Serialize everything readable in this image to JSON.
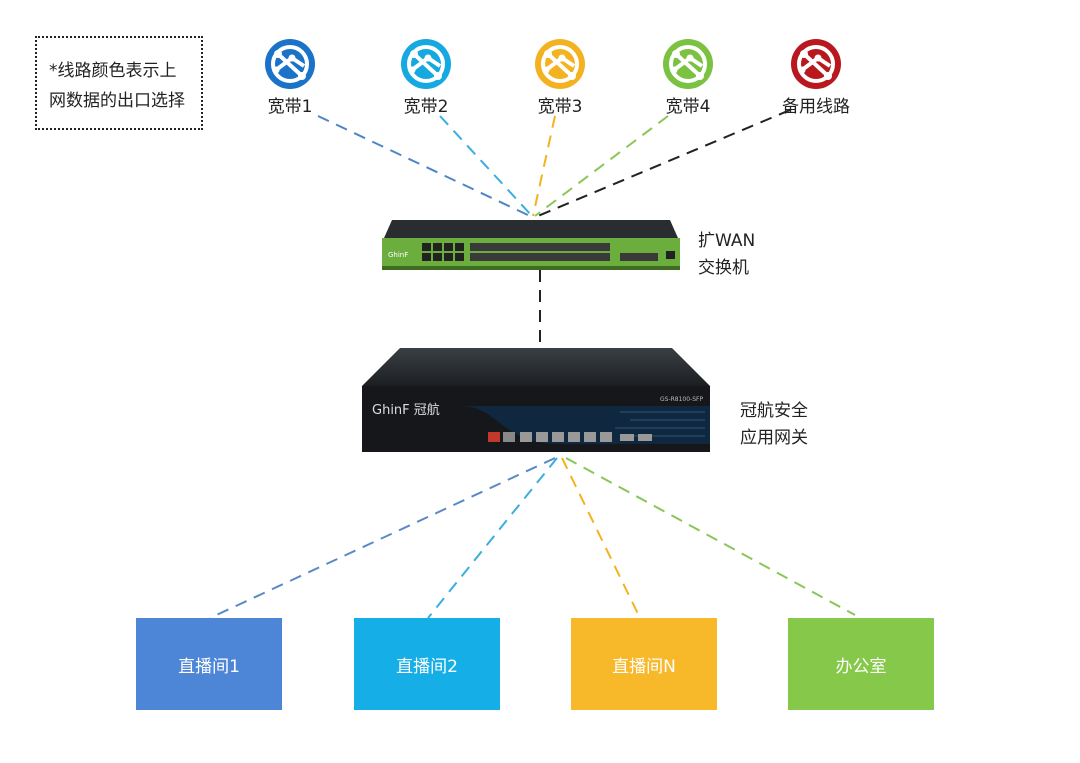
{
  "note": {
    "line1": "*线路颜色表示上",
    "line2": "网数据的出口选择"
  },
  "isps": [
    {
      "label": "宽带1",
      "color": "#1a73c8",
      "icon": "globe-network-icon"
    },
    {
      "label": "宽带2",
      "color": "#16a8e0",
      "icon": "globe-network-icon"
    },
    {
      "label": "宽带3",
      "color": "#f3b321",
      "icon": "globe-network-icon"
    },
    {
      "label": "宽带4",
      "color": "#7cc242",
      "icon": "globe-network-icon"
    },
    {
      "label": "备用线路",
      "color": "#b8191e",
      "icon": "globe-network-icon"
    }
  ],
  "switch": {
    "label_line1": "扩WAN",
    "label_line2": "交换机"
  },
  "gateway": {
    "label_line1": "冠航安全",
    "label_line2": "应用网关",
    "brand": "GhinF 冠航",
    "model": "GS-R8100-SFP"
  },
  "rooms": [
    {
      "label": "直播间1",
      "color": "#4d86d6"
    },
    {
      "label": "直播间2",
      "color": "#16aee6"
    },
    {
      "label": "直播间N",
      "color": "#f7b829"
    },
    {
      "label": "办公室",
      "color": "#86c84a"
    }
  ]
}
